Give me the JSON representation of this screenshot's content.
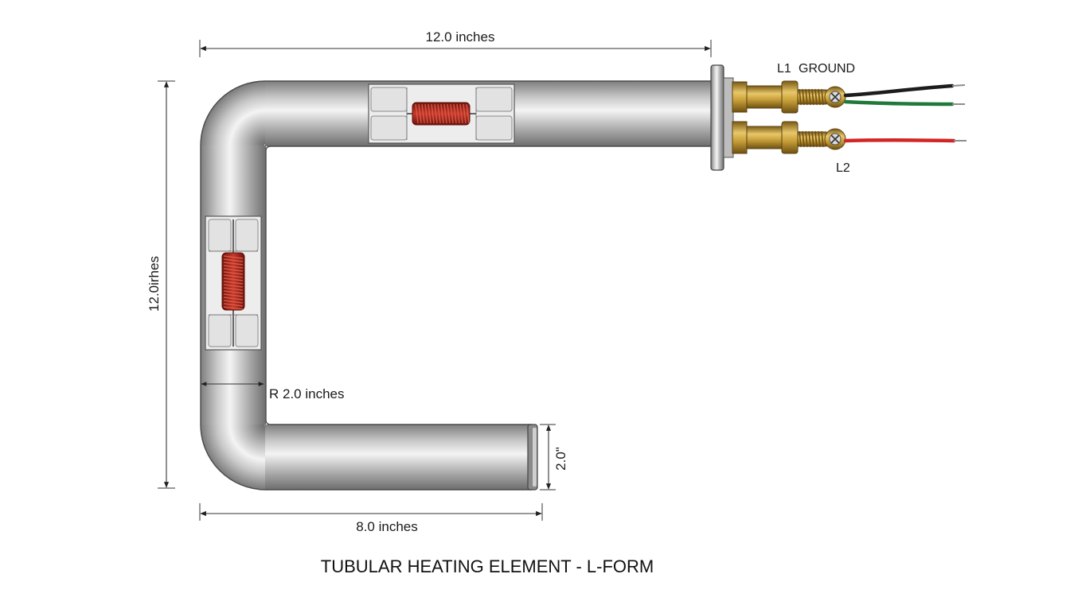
{
  "title": "TUBULAR HEATING ELEMENT - L-FORM",
  "dimensions": {
    "top_length": "12.0 inches",
    "vertical_length": "12.0irhes",
    "bend_radius": "R 2.0 inches",
    "bottom_length": "8.0 inches",
    "end_height": "2.0\""
  },
  "terminals": {
    "l1": "L1",
    "ground": "GROUND",
    "l2": "L2"
  },
  "wires": {
    "black": "#1c1c1c",
    "green": "#1f7a3a",
    "red": "#d22626"
  },
  "colors": {
    "coil": "#b5281d",
    "brass": "#c9a13a",
    "tube": "#b8b8b8"
  }
}
